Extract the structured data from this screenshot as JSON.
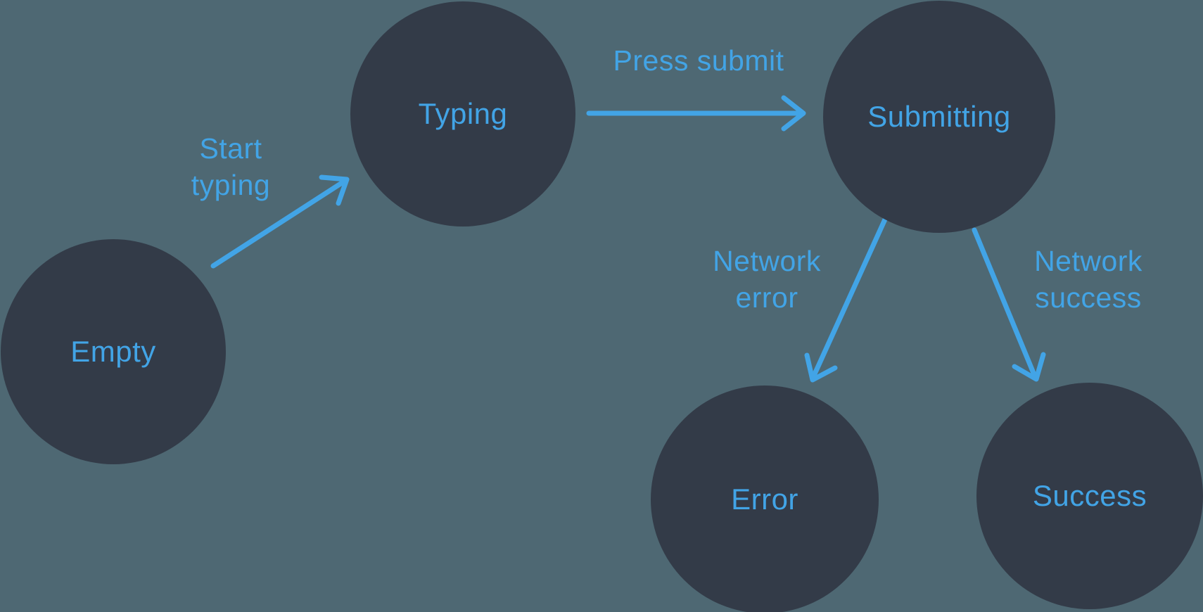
{
  "theme": {
    "bg": "#4E6873",
    "node": "#333B48",
    "accent": "#42A4E6"
  },
  "diagram": {
    "type": "state-machine",
    "states": [
      {
        "id": "empty",
        "label": "Empty"
      },
      {
        "id": "typing",
        "label": "Typing"
      },
      {
        "id": "submitting",
        "label": "Submitting"
      },
      {
        "id": "error",
        "label": "Error"
      },
      {
        "id": "success",
        "label": "Success"
      }
    ],
    "transitions": [
      {
        "from": "empty",
        "to": "typing",
        "label": "Start\ntyping"
      },
      {
        "from": "typing",
        "to": "submitting",
        "label": "Press submit"
      },
      {
        "from": "submitting",
        "to": "error",
        "label": "Network\nerror"
      },
      {
        "from": "submitting",
        "to": "success",
        "label": "Network\nsuccess"
      }
    ]
  }
}
